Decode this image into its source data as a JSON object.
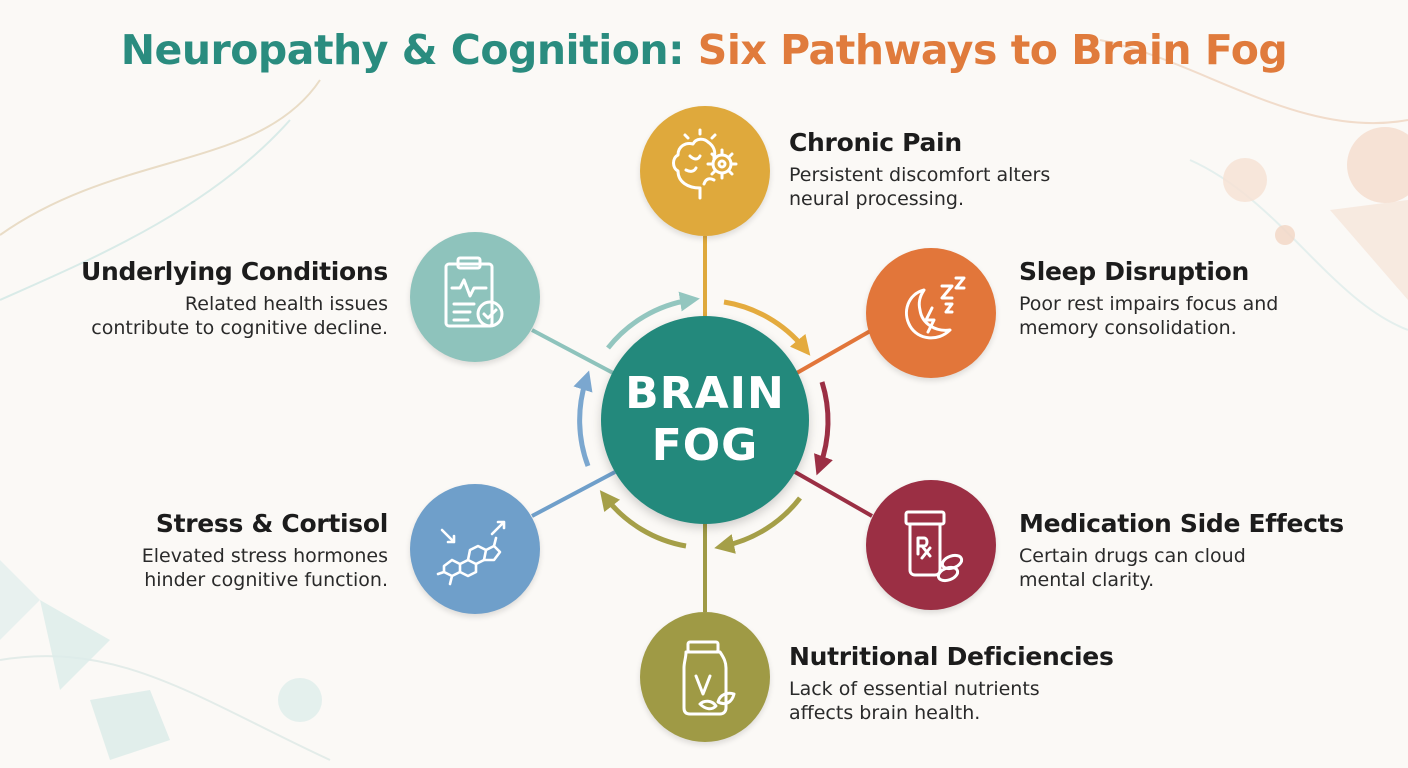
{
  "title": {
    "part1": "Neuropathy & Cognition:",
    "part2": "Six Pathways to Brain Fog"
  },
  "hub": {
    "line1": "BRAIN",
    "line2": "FOG"
  },
  "colors": {
    "teal_title": "#2a8c7f",
    "orange_title": "#e07b3c",
    "hub": "#23897c",
    "chronic_pain": "#dfa93c",
    "sleep_disruption": "#e2763a",
    "medication": "#9b2f44",
    "nutrition": "#9f9a45",
    "stress": "#6f9fca",
    "underlying": "#8ec3bc"
  },
  "pathways": [
    {
      "id": "chronic_pain",
      "title": "Chronic Pain",
      "line1": "Persistent discomfort alters",
      "line2": "neural processing.",
      "icon": "brain-gear-icon"
    },
    {
      "id": "sleep_disruption",
      "title": "Sleep Disruption",
      "line1": "Poor rest impairs focus and",
      "line2": "memory consolidation.",
      "icon": "moon-zzz-icon"
    },
    {
      "id": "medication",
      "title": "Medication Side Effects",
      "line1": "Certain drugs can cloud",
      "line2": "mental clarity.",
      "icon": "pill-bottle-icon"
    },
    {
      "id": "nutrition",
      "title": "Nutritional Deficiencies",
      "line1": "Lack of essential nutrients",
      "line2": "affects brain health.",
      "icon": "supplement-jar-icon"
    },
    {
      "id": "stress",
      "title": "Stress & Cortisol",
      "line1": "Elevated stress hormones",
      "line2": "hinder cognitive function.",
      "icon": "cortisol-molecule-icon"
    },
    {
      "id": "underlying",
      "title": "Underlying Conditions",
      "line1": "Related health issues",
      "line2": "contribute to cognitive decline.",
      "icon": "clipboard-check-icon"
    }
  ]
}
